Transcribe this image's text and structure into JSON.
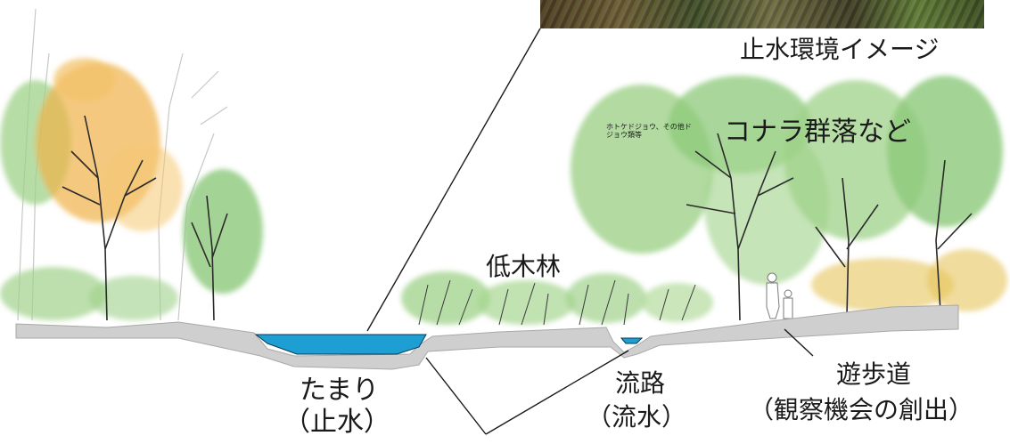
{
  "labels": {
    "stagnant_image": "止水環境イメージ",
    "konara": "コナラ群落など",
    "small_note": "ホトケドジョウ、その他ドジョウ類等",
    "shrub_forest": "低木林",
    "pool": "たまり",
    "pool_sub": "（止水）",
    "channel": "流路",
    "channel_sub": "（流水）",
    "path": "遊歩道",
    "path_sub": "（観察機会の創出）"
  },
  "colors": {
    "water": "#1e9fd3",
    "ground": "#cfcfcf",
    "ground_dark": "#a9a9a9",
    "foliage_green": "#8cc97a",
    "foliage_orange": "#f0b24a",
    "foliage_yellow": "#e6c45a",
    "trunk": "#2b2b2b"
  }
}
